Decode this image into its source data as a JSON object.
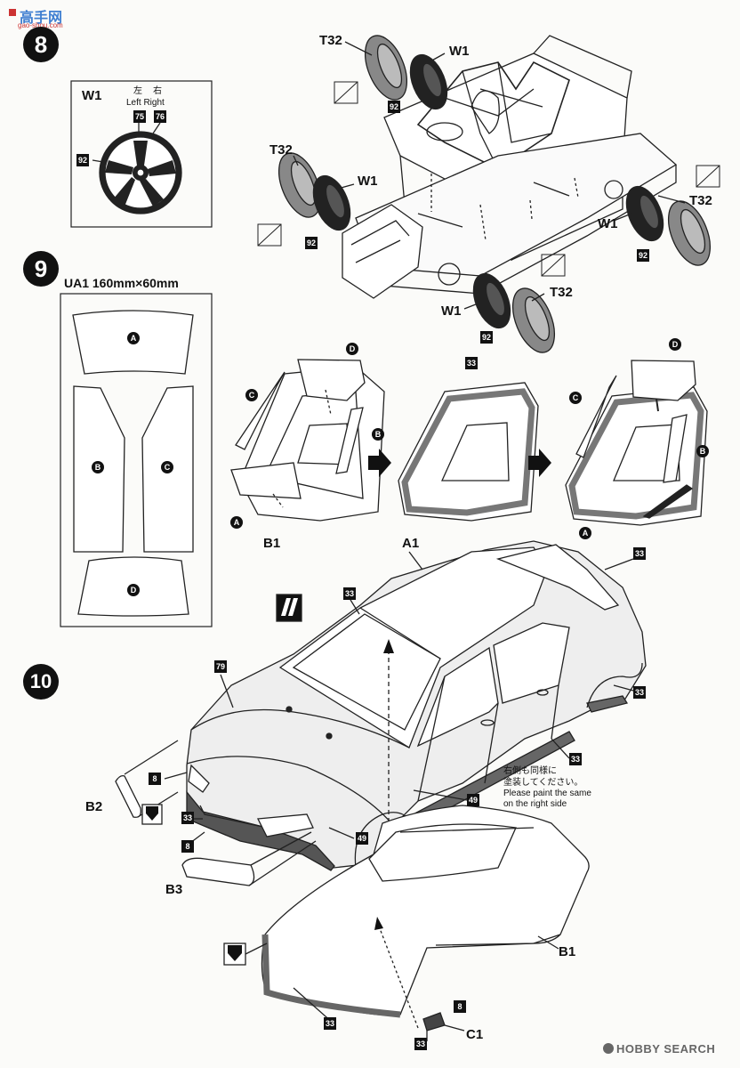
{
  "watermark_top": "高手网",
  "watermark_top_url": "gao-shou.com",
  "watermark_bottom": "HOBBY SEARCH",
  "steps": {
    "s8": "8",
    "s9": "9",
    "s10": "10"
  },
  "wheel_box": {
    "title": "W1",
    "jp_left": "左",
    "jp_right": "右",
    "en": "Left Right",
    "code_left": "75",
    "code_right": "76",
    "code_side": "92"
  },
  "decal_sheet": {
    "title": "UA1 160mm×60mm",
    "parts": [
      "A",
      "B",
      "C",
      "D"
    ]
  },
  "labels": {
    "t32": "T32",
    "w1": "W1",
    "b1": "B1",
    "a1": "A1",
    "b2": "B2",
    "b3": "B3",
    "c1": "C1",
    "a": "A",
    "b": "B",
    "c": "C",
    "d": "D"
  },
  "codes": {
    "c92": "92",
    "c33": "33",
    "c8": "8",
    "c79": "79",
    "c49": "49"
  },
  "note": {
    "jp1": "右側も同様に",
    "jp2": "塗装してください。",
    "en1": "Please paint the same",
    "en2": "on the right side"
  }
}
